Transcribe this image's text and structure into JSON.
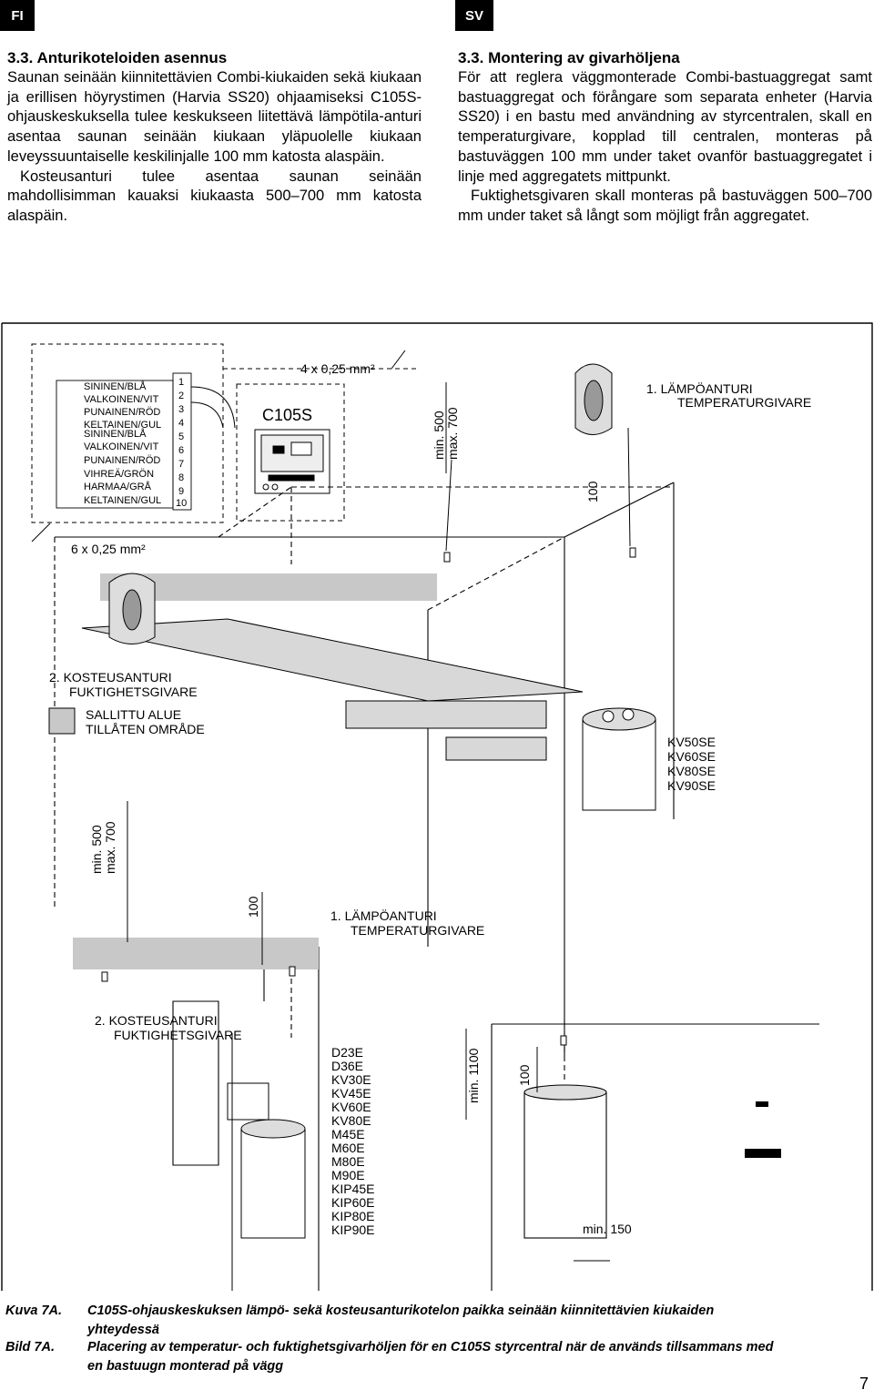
{
  "header": {
    "left_tab": "FI",
    "right_tab": "SV"
  },
  "fi": {
    "title": "3.3. Anturikoteloiden asennus",
    "p1": "Saunan seinään kiinnitettävien Combi-kiukaiden sekä kiukaan ja erillisen höyrystimen (Harvia SS20) ohjaamiseksi C105S-ohjauskeskuksella tulee keskukseen liitettävä lämpötila-anturi asentaa saunan seinään kiukaan yläpuolelle kiukaan leveyssuuntaiselle keskilinjalle 100 mm katosta alaspäin.",
    "p2": "Kosteusanturi tulee asentaa saunan seinään mahdollisimman kauaksi kiukaasta 500–700 mm katosta alaspäin."
  },
  "sv": {
    "title": "3.3. Montering av givarhöljena",
    "p1": "För att reglera väggmonterade Combi-bastuaggregat samt bastuaggregat och förångare som separata enheter (Harvia SS20) i en bastu med användning av styrcentralen, skall en temperaturgivare, kopplad till centralen, monteras på bastuväggen 100 mm under taket ovanför bastuaggregatet i linje med aggregatets mittpunkt.",
    "p2": "Fuktighetsgivaren skall monteras på bastuväggen 500–700 mm under taket så långt som möjligt från aggregatet."
  },
  "diagram": {
    "wire_labels": [
      "SININEN/BLÅ",
      "VALKOINEN/VIT",
      "PUNAINEN/RÖD",
      "KELTAINEN/GUL",
      "SININEN/BLÅ",
      "VALKOINEN/VIT",
      "PUNAINEN/RÖD",
      "VIHREÄ/GRÖN",
      "HARMAA/GRÅ",
      "KELTAINEN/GUL"
    ],
    "terminal_numbers": [
      "1",
      "2",
      "3",
      "4",
      "5",
      "6",
      "7",
      "8",
      "9",
      "10"
    ],
    "c105s": "C105S",
    "cable_4": "4 x 0,25 mm²",
    "cable_6": "6 x 0,25 mm²",
    "min500": "min. 500",
    "max700": "max. 700",
    "dim100": "100",
    "temp_sensor_fi": "1. LÄMPÖANTURI",
    "temp_sensor_sv": "TEMPERATURGIVARE",
    "hum_sensor_fi": "2. KOSTEUSANTURI",
    "hum_sensor_sv": "FUKTIGHETSGIVARE",
    "allowed_fi": "SALLITTU ALUE",
    "allowed_sv": "TILLÅTEN OMRÅDE",
    "models_top": [
      "KV50SE",
      "KV60SE",
      "KV80SE",
      "KV90SE"
    ],
    "models_bottom": [
      "D23E",
      "D36E",
      "KV30E",
      "KV45E",
      "KV60E",
      "KV80E",
      "M45E",
      "M60E",
      "M80E",
      "M90E",
      "KIP45E",
      "KIP60E",
      "KIP80E",
      "KIP90E"
    ],
    "min1100": "min. 1100",
    "min150": "min. 150",
    "colors": {
      "allowed_band": "#c8c8c8",
      "line": "#000000"
    }
  },
  "caption": {
    "fi_label": "Kuva 7A.",
    "fi_text": "C105S-ohjauskeskuksen lämpö- sekä kosteusanturikotelon paikka seinään kiinnitettävien kiukaiden yhteydessä",
    "sv_label": "Bild 7A.",
    "sv_text": "Placering av temperatur- och fuktighetsgivarhöljen för en C105S styrcentral när de används tillsammans med en bastuugn monterad på vägg"
  },
  "page_number": "7"
}
